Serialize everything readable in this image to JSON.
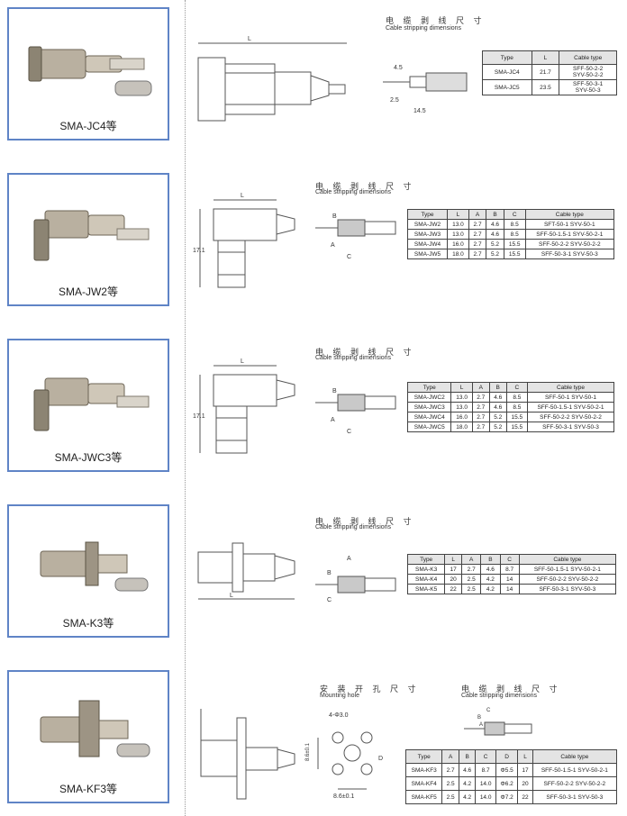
{
  "products": [
    {
      "model": "SMA-JC4等",
      "stripping_title_cn": "电 缆 剥 线 尺 寸",
      "stripping_title_en": "Cable stripping dimensions",
      "dims": {
        "L": "L",
        "d1": "4.5",
        "d2": "2.5",
        "d3": "14.5"
      },
      "headers": [
        "Type",
        "L",
        "Cable type"
      ],
      "rows": [
        [
          "SMA-JC4",
          "21.7",
          "SFF-50-2-2\nSYV-50-2-2"
        ],
        [
          "SMA-JC5",
          "23.5",
          "SFF-50-3-1\nSYV-50-3"
        ]
      ]
    },
    {
      "model": "SMA-JW2等",
      "stripping_title_cn": "电 缆 剥 线 尺 寸",
      "stripping_title_en": "Cable stripping dimensions",
      "dims": {
        "L": "L",
        "H": "17.1",
        "A": "A",
        "B": "B",
        "C": "C"
      },
      "headers": [
        "Type",
        "L",
        "A",
        "B",
        "C",
        "Cable type"
      ],
      "rows": [
        [
          "SMA-JW2",
          "13.0",
          "2.7",
          "4.6",
          "8.5",
          "SFT-50-1   SYV-50-1"
        ],
        [
          "SMA-JW3",
          "13.0",
          "2.7",
          "4.6",
          "8.5",
          "SFF-50-1.5-1   SYV-50-2-1"
        ],
        [
          "SMA-JW4",
          "16.0",
          "2.7",
          "5.2",
          "15.5",
          "SFF-50-2-2   SYV-50-2-2"
        ],
        [
          "SMA-JW5",
          "18.0",
          "2.7",
          "5.2",
          "15.5",
          "SFF-50-3-1   SYV-50-3"
        ]
      ]
    },
    {
      "model": "SMA-JWC3等",
      "stripping_title_cn": "电 缆 剥 线 尺 寸",
      "stripping_title_en": "Cable stripping dimensions",
      "dims": {
        "L": "L",
        "H": "17.1",
        "A": "A",
        "B": "B",
        "C": "C"
      },
      "headers": [
        "Type",
        "L",
        "A",
        "B",
        "C",
        "Cable type"
      ],
      "rows": [
        [
          "SMA-JWC2",
          "13.0",
          "2.7",
          "4.6",
          "8.5",
          "SFF-50-1   SYV-50-1"
        ],
        [
          "SMA-JWC3",
          "13.0",
          "2.7",
          "4.6",
          "8.5",
          "SFF-50-1.5-1   SYV-50-2-1"
        ],
        [
          "SMA-JWC4",
          "16.0",
          "2.7",
          "5.2",
          "15.5",
          "SFF-50-2-2   SYV-50-2-2"
        ],
        [
          "SMA-JWC5",
          "18.0",
          "2.7",
          "5.2",
          "15.5",
          "SFF-50-3-1   SYV-50-3"
        ]
      ]
    },
    {
      "model": "SMA-K3等",
      "stripping_title_cn": "电 缆 剥 线 尺 寸",
      "stripping_title_en": "Cable stripping dimensions",
      "dims": {
        "L": "L",
        "A": "A",
        "B": "B",
        "C": "C"
      },
      "headers": [
        "Type",
        "L",
        "A",
        "B",
        "C",
        "Cable type"
      ],
      "rows": [
        [
          "SMA-K3",
          "17",
          "2.7",
          "4.6",
          "8.7",
          "SFF-50-1.5-1   SYV-50-2-1"
        ],
        [
          "SMA-K4",
          "20",
          "2.5",
          "4.2",
          "14",
          "SFF-50-2-2   SYV-50-2-2"
        ],
        [
          "SMA-K5",
          "22",
          "2.5",
          "4.2",
          "14",
          "SFF-50-3-1   SYV-50-3"
        ]
      ]
    },
    {
      "model": "SMA-KF3等",
      "mount_title_cn": "安 装 开 孔 尺 寸",
      "mount_title_en": "Mounting hole",
      "stripping_title_cn": "电 缆 剥 线 尺 寸",
      "stripping_title_en": "Cable stripping dimensions",
      "dims": {
        "holes": "4-Φ3.0",
        "v": "8.6±0.1",
        "h": "8.6±0.1",
        "D": "D",
        "A": "A",
        "B": "B",
        "C": "C"
      },
      "headers": [
        "Type",
        "A",
        "B",
        "C",
        "D",
        "L",
        "Cable type"
      ],
      "rows": [
        [
          "SMA-KF3",
          "2.7",
          "4.6",
          "8.7",
          "Φ5.5",
          "17",
          "SFF-50-1.5-1   SYV-50-2-1"
        ],
        [
          "SMA-KF4",
          "2.5",
          "4.2",
          "14.0",
          "Φ6.2",
          "20",
          "SFF-50-2-2   SYV-50-2-2"
        ],
        [
          "SMA-KF5",
          "2.5",
          "4.2",
          "14.0",
          "Φ7.2",
          "22",
          "SFF-50-3-1   SYV-50-3"
        ]
      ]
    }
  ]
}
